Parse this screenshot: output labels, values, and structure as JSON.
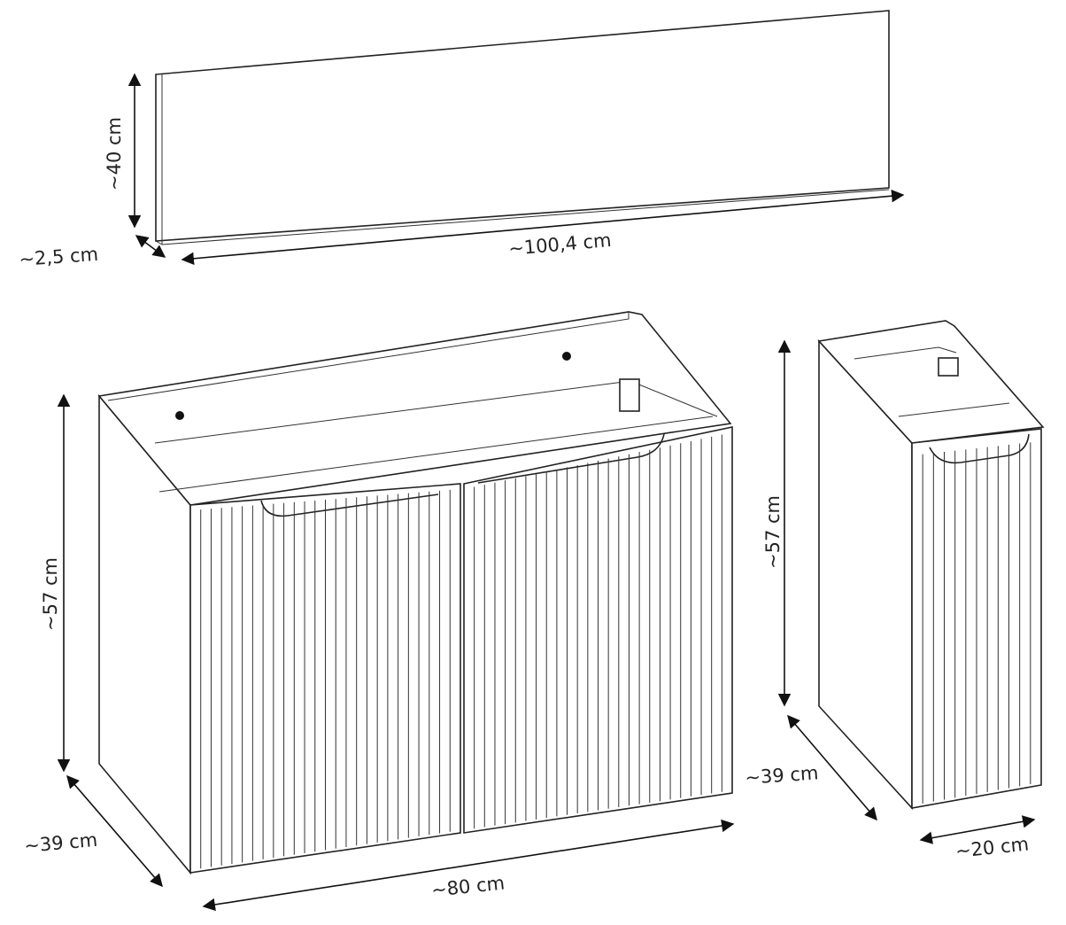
{
  "panel": {
    "height_label": "~40 cm",
    "depth_label": "~2,5 cm",
    "width_label": "~100,4 cm"
  },
  "main_cabinet": {
    "height_label": "~57 cm",
    "depth_label": "~39 cm",
    "width_label": "~80 cm",
    "flutes_per_door": 26
  },
  "side_cabinet": {
    "height_label": "~57 cm",
    "depth_label": "~39 cm",
    "width_label": "~20 cm",
    "flutes_per_door": 12
  },
  "colors": {
    "line": "#222222",
    "background": "#ffffff"
  }
}
